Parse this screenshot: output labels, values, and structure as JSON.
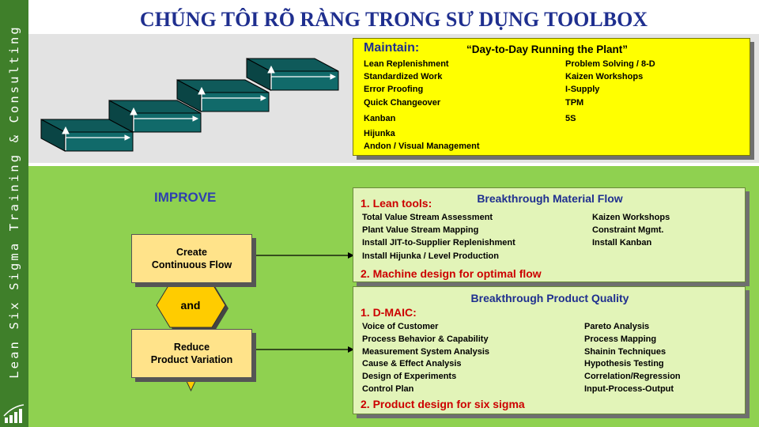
{
  "title": "CHÚNG TÔI RÕ RÀNG TRONG SƯ DỤNG TOOLBOX",
  "sidebar": {
    "text": "Lean Six Sigma Training & Consulting",
    "color": "#3f7f2a"
  },
  "maintain": {
    "label": "Maintain:",
    "subtitle": "“Day-to-Day Running the Plant”",
    "left_items": [
      "Lean Replenishment",
      "Standardized Work",
      "Error Proofing",
      "Quick Changeover",
      "Kanban",
      "Hijunka",
      "Andon / Visual Management"
    ],
    "right_items": [
      "Problem Solving  / 8-D",
      "Kaizen Workshops",
      "I-Supply",
      "TPM",
      "5S"
    ]
  },
  "improve": {
    "label": "IMPROVE",
    "create": [
      "Create",
      "Continuous Flow"
    ],
    "and": "and",
    "reduce": [
      "Reduce",
      "Product Variation"
    ]
  },
  "flow": {
    "title": "Breakthrough Material Flow",
    "section1": "1. Lean tools:",
    "left_items": [
      "Total Value Stream Assessment",
      "Plant Value Stream Mapping",
      "Install JIT-to-Supplier Replenishment",
      "Install Hijunka  / Level Production"
    ],
    "right_items": [
      "Kaizen Workshops",
      "Constraint Mgmt.",
      "Install Kanban"
    ],
    "section2": "2. Machine design for optimal flow"
  },
  "quality": {
    "title": "Breakthrough Product Quality",
    "section1": "1. D-MAIC:",
    "left_items": [
      "Voice of Customer",
      "Process Behavior  & Capability",
      "Measurement System Analysis",
      "Cause & Effect Analysis",
      "Design of Experiments",
      "Control Plan"
    ],
    "right_items": [
      "Pareto Analysis",
      "Process Mapping",
      "Shainin Techniques",
      "Hypothesis Testing",
      "Correlation/Regression",
      "Input-Process-Output"
    ],
    "section2": "2. Product design for six sigma"
  },
  "colors": {
    "title": "#1f2f8f",
    "yellow": "#ffff00",
    "green_band": "#8fd150",
    "box_green": "#e2f4b8",
    "button": "#ffe38a",
    "hex": "#ffcc00",
    "stair": "#0f5f5f",
    "red": "#cc0000"
  }
}
